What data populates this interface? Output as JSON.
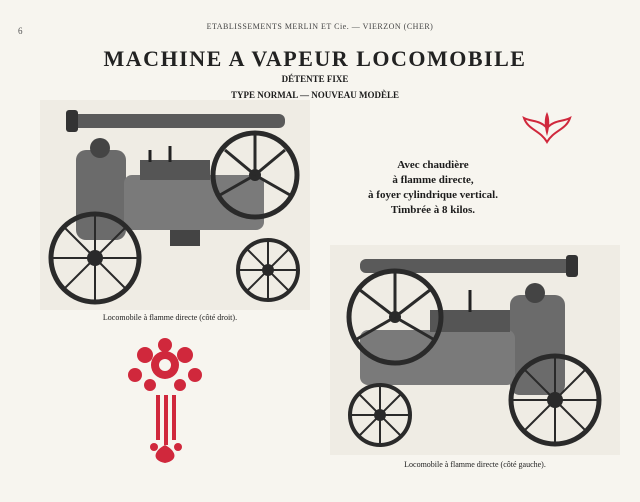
{
  "page_number": "6",
  "header": "ETABLISSEMENTS MERLIN ET Cie. — VIERZON (CHER)",
  "title": "MACHINE A VAPEUR LOCOMOBILE",
  "subtitle1": "DÉTENTE FIXE",
  "subtitle2": "TYPE NORMAL — NOUVEAU MODÈLE",
  "description": [
    "Avec chaudière",
    "à flamme directe,",
    "à foyer cylindrique vertical.",
    "Timbrée à 8 kilos."
  ],
  "caption_right_side": "Locomobile à flamme directe (côté droit).",
  "caption_left_side": "Locomobile à flamme directe (côté gauche).",
  "colors": {
    "ornament": "#d0283c",
    "ink": "#222222",
    "paper": "#f7f5ef"
  }
}
